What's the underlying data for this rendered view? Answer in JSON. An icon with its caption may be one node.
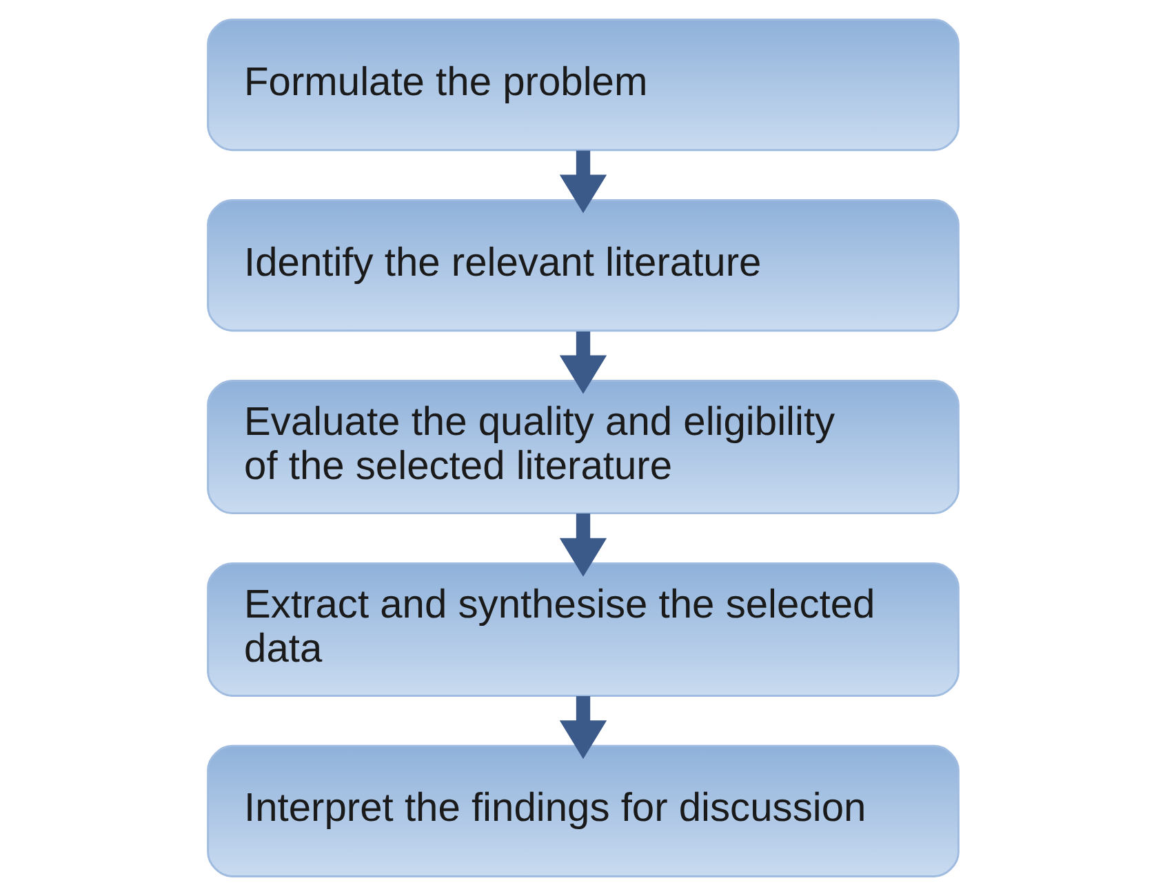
{
  "diagram": {
    "nodes": [
      {
        "text": [
          "Formulate the problem"
        ]
      },
      {
        "text": [
          "Identify the relevant literature"
        ]
      },
      {
        "text": [
          "Evaluate the quality and eligibility of the selected literature"
        ]
      },
      {
        "text": [
          "Extract and synthesise the selected data"
        ]
      },
      {
        "text": [
          "Interpret the findings for discussion"
        ]
      }
    ],
    "edges": [
      {
        "from": 0,
        "to": 1,
        "arrow": "to"
      },
      {
        "from": 1,
        "to": 2,
        "arrow": "to"
      },
      {
        "from": 2,
        "to": 3,
        "arrow": "to"
      },
      {
        "from": 3,
        "to": 4,
        "arrow": "to"
      }
    ]
  }
}
